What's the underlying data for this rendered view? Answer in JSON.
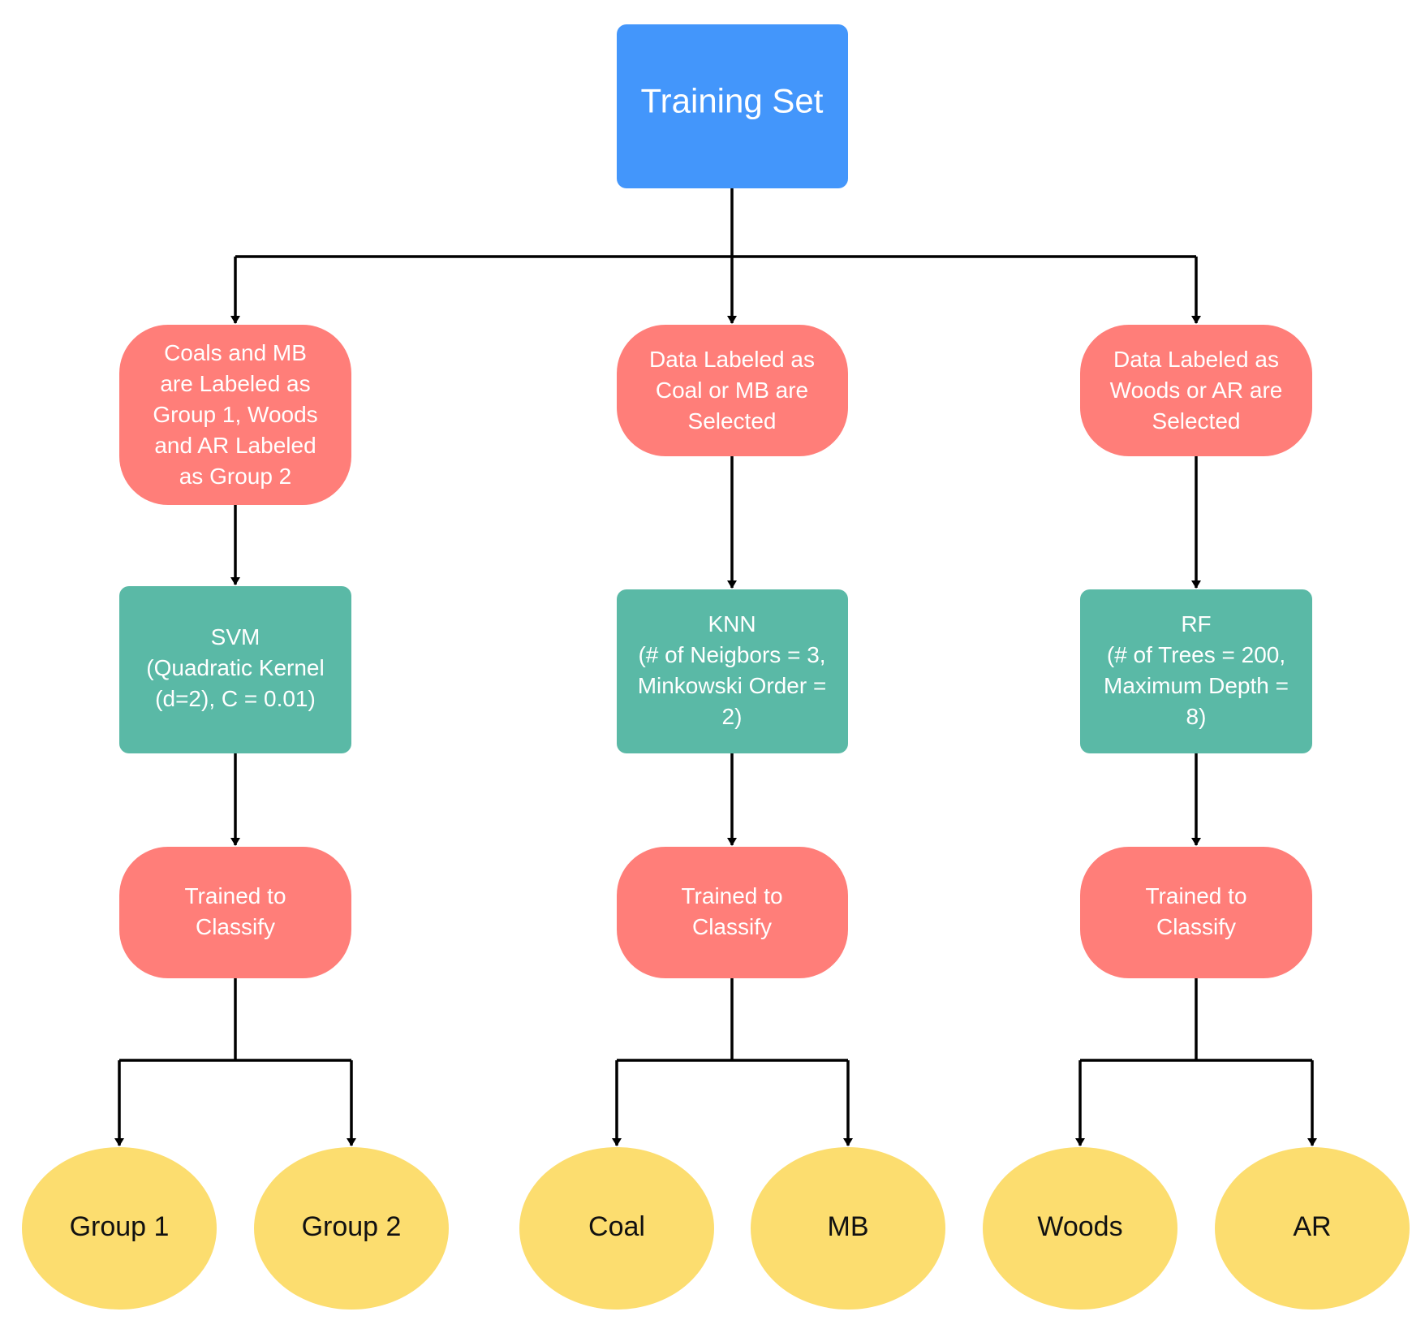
{
  "colors": {
    "root": "#4396fb",
    "step": "#ff7e79",
    "model": "#5ab9a6",
    "output": "#fcdd6f",
    "edge": "#000000"
  },
  "nodes": {
    "root": {
      "lines": [
        "Training Set"
      ]
    },
    "svm_label": {
      "lines": [
        "Coals and MB",
        "are Labeled as",
        "Group 1, Woods",
        "and AR Labeled",
        "as Group 2"
      ]
    },
    "knn_select": {
      "lines": [
        "Data Labeled as",
        "Coal or MB are",
        "Selected"
      ]
    },
    "rf_select": {
      "lines": [
        "Data Labeled as",
        "Woods or AR are",
        "Selected"
      ]
    },
    "svm_model": {
      "lines": [
        "SVM",
        "(Quadratic Kernel",
        "(d=2), C = 0.01)"
      ]
    },
    "knn_model": {
      "lines": [
        "KNN",
        "(# of Neigbors = 3,",
        "Minkowski Order =",
        "2)"
      ]
    },
    "rf_model": {
      "lines": [
        "RF",
        "(# of Trees = 200,",
        "Maximum Depth =",
        "8)"
      ]
    },
    "svm_trained": {
      "lines": [
        "Trained to",
        "Classify"
      ]
    },
    "knn_trained": {
      "lines": [
        "Trained to",
        "Classify"
      ]
    },
    "rf_trained": {
      "lines": [
        "Trained to",
        "Classify"
      ]
    },
    "out_group1": {
      "lines": [
        "Group 1"
      ]
    },
    "out_group2": {
      "lines": [
        "Group 2"
      ]
    },
    "out_coal": {
      "lines": [
        "Coal"
      ]
    },
    "out_mb": {
      "lines": [
        "MB"
      ]
    },
    "out_woods": {
      "lines": [
        "Woods"
      ]
    },
    "out_ar": {
      "lines": [
        "AR"
      ]
    }
  }
}
